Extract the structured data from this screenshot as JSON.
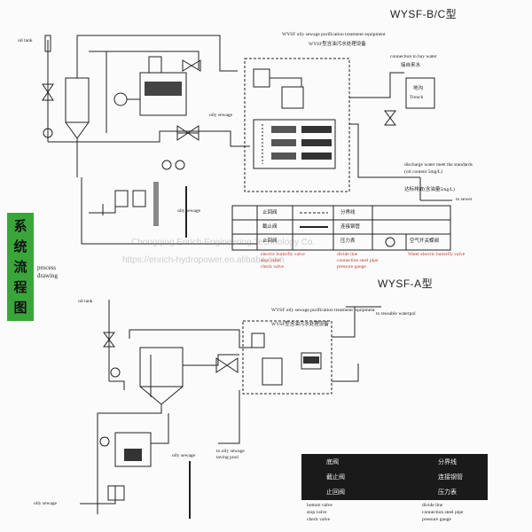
{
  "vertical_title": [
    "系",
    "统",
    "流",
    "程",
    "图"
  ],
  "process_drawing": "process\ndrawing",
  "watermark": {
    "line1": "Chongqing Enrich Engineering Technology Co.",
    "line2": "https://enrich-hydropower.en.alibaba.com"
  },
  "top": {
    "title": "WYSF-B/C型",
    "oil_tank": "oil tank",
    "equipment_en": "WYSF oily sewage purification treatment equipment",
    "equipment_cn": "WYSF型含油污水处理设备",
    "connection_bay": "connection to bay water",
    "cn_drain": "接自来水",
    "trench_cn": "地沟",
    "trench": "Trench",
    "oily_sewage": "oily sewage",
    "oily_sewage2": "oily sewage",
    "discharge": "discharge water meet the standards",
    "oil_content": "(oil content 5mg/L)",
    "cn_standard": "达标排放(含油量5mg/L)",
    "to_sewer": "to sewer",
    "legend_rows": [
      [
        "止回阀",
        "分界线"
      ],
      [
        "截止阀",
        "连接钢管"
      ],
      [
        "止回阀",
        "压力表",
        "空气开关蝶阀"
      ]
    ],
    "legend_en1": [
      "electric butterfly valve",
      "stop valve",
      "check valve"
    ],
    "legend_en2": [
      "divide line",
      "connection steel pipe",
      "pressure gauge"
    ],
    "legend_en3": "Water electric butterfly valve"
  },
  "bottom": {
    "title": "WYSF-A型",
    "oil_tank": "oil tank",
    "equipment_en": "WYSF oily sewage purification treatment equipment",
    "equipment_cn": "WYSF型含油污水处理设备",
    "reusable": "to reusable waterpol",
    "oily_sewage": "oily sewage",
    "oily_sewage_pool": "to oily sewage\ntaving pool",
    "oily_sewage_left": "oily sewage",
    "legend_cn": [
      [
        "底阀",
        "分界线"
      ],
      [
        "截止阀",
        "连接钢管"
      ],
      [
        "止回阀",
        "压力表"
      ]
    ],
    "legend_en1": [
      "bottom valve",
      "stop valve",
      "check valve"
    ],
    "legend_en2": [
      "divide line",
      "connection steel pipe",
      "pressure gauge"
    ]
  }
}
